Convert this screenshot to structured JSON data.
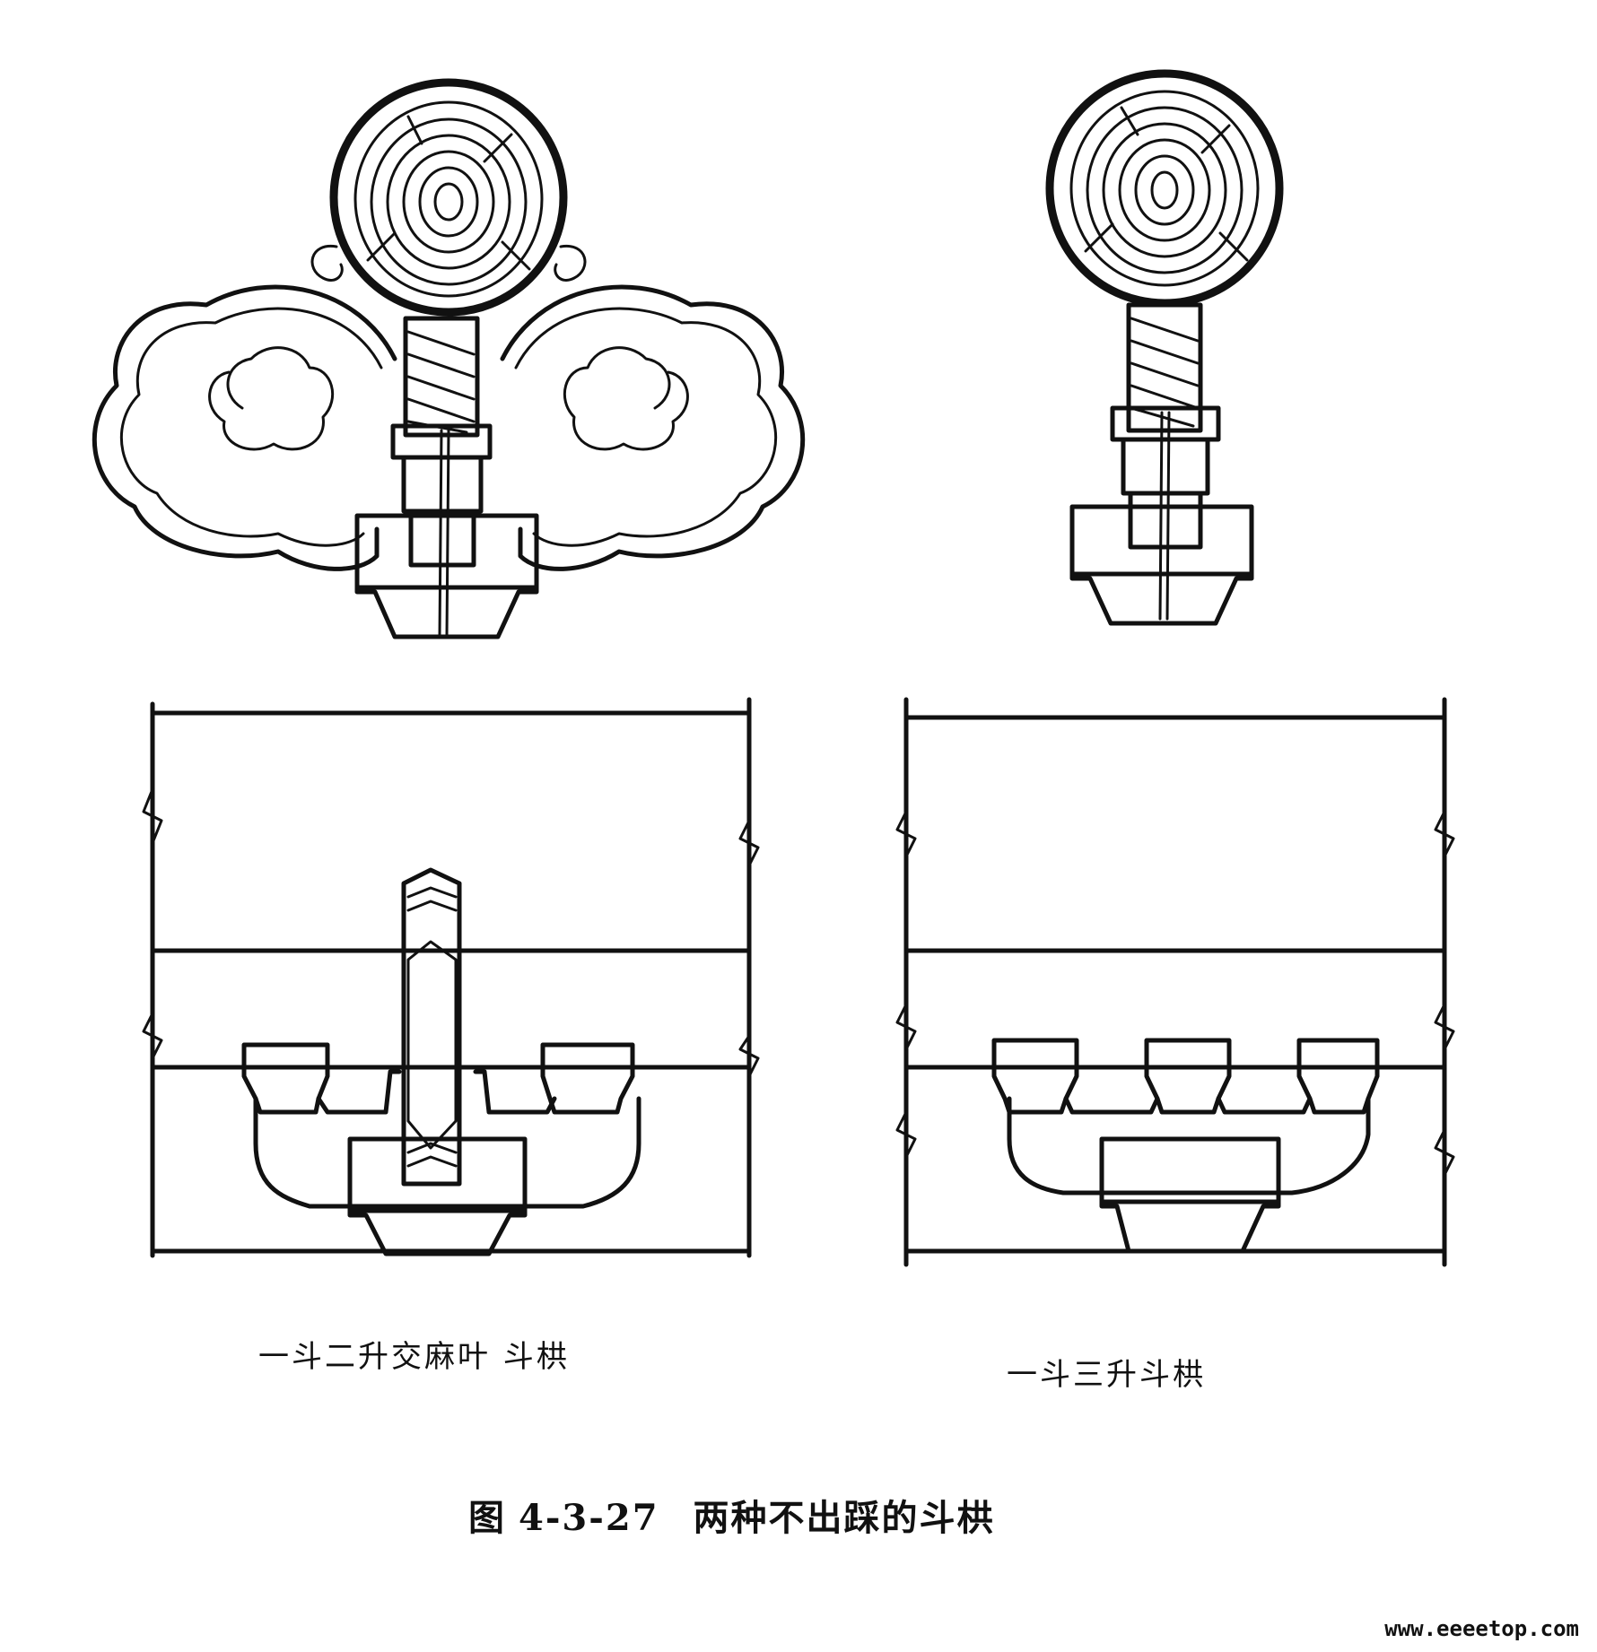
{
  "figure": {
    "caption_prefix": "图",
    "caption_number": "4-3-27",
    "caption_title": "两种不出踩的斗栱"
  },
  "labels": {
    "left": "一斗二升交麻叶 斗栱",
    "right": "一斗三升斗栱"
  },
  "watermark": "www.eeeetop.com"
}
